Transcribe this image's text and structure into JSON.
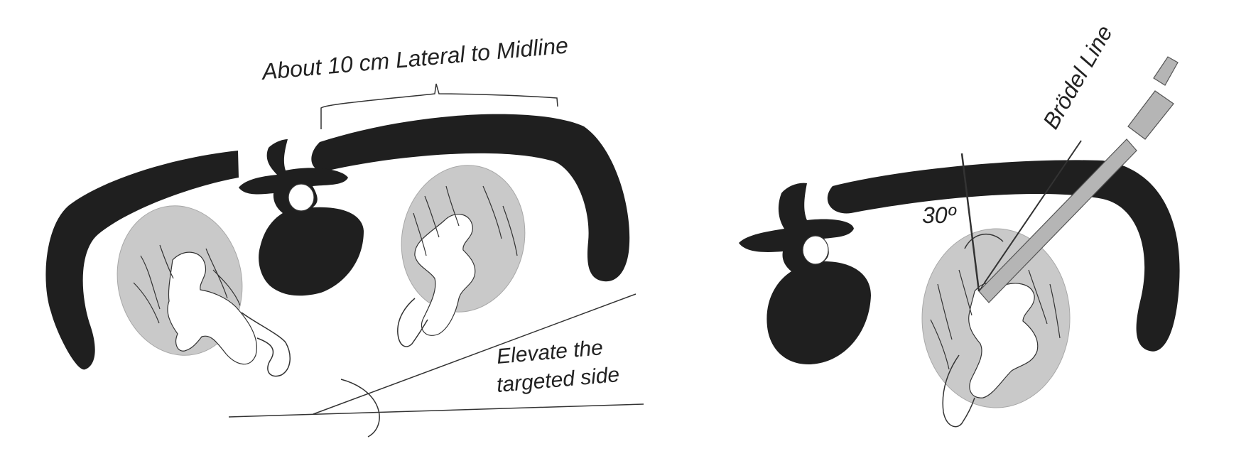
{
  "labels": {
    "lateral_distance": "About 10 cm Lateral to Midline",
    "elevate_line1": "Elevate the",
    "elevate_line2": "targeted side",
    "angle": "30º",
    "brodel_line": "Brödel Line"
  },
  "colors": {
    "bone": "#1f1f1f",
    "kidney": "#c9c9c9",
    "collecting_system": "#ffffff",
    "line": "#333333",
    "background": "#ffffff"
  }
}
